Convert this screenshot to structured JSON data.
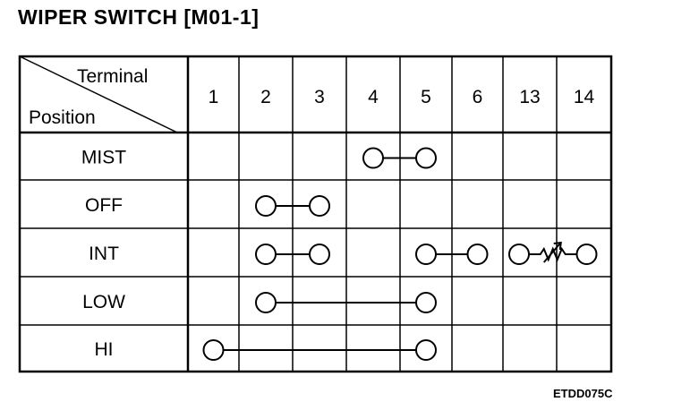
{
  "title": "WIPER SWITCH [M01-1]",
  "code": "ETDD075C",
  "header": {
    "terminal_label": "Terminal",
    "position_label": "Position"
  },
  "terminals": [
    "1",
    "2",
    "3",
    "4",
    "5",
    "6",
    "13",
    "14"
  ],
  "positions": [
    "MIST",
    "OFF",
    "INT",
    "LOW",
    "HI"
  ],
  "connections": [
    {
      "position": "MIST",
      "links": [
        {
          "from": "4",
          "to": "5"
        }
      ]
    },
    {
      "position": "OFF",
      "links": [
        {
          "from": "2",
          "to": "3"
        }
      ]
    },
    {
      "position": "INT",
      "links": [
        {
          "from": "2",
          "to": "3"
        },
        {
          "from": "5",
          "to": "6"
        },
        {
          "from": "13",
          "to": "14",
          "type": "variable-resistor"
        }
      ]
    },
    {
      "position": "LOW",
      "links": [
        {
          "from": "2",
          "to": "5"
        }
      ]
    },
    {
      "position": "HI",
      "links": [
        {
          "from": "1",
          "to": "5"
        }
      ]
    }
  ]
}
